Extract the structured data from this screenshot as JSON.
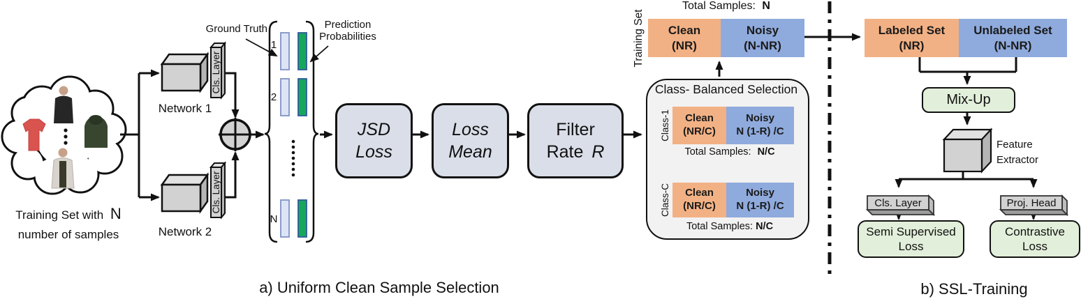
{
  "colors": {
    "orange": "#F2B184",
    "blue": "#8FAADC",
    "green_bar": "#17A75B",
    "green_bar_border": "#2F5B9B",
    "light_bar": "#DDE4F6",
    "light_bar_border": "#8193C5",
    "process_fill": "#D9DEE8",
    "panel_fill": "#F2F2F2",
    "soft_green": "#E2EFDA",
    "gray_fill": "#D2D2D2",
    "gray_light": "#E2E2E2",
    "gray_dark": "#B5B5B5"
  },
  "section_a": {
    "caption": "a) Uniform Clean Sample Selection",
    "training_cloud": {
      "label_text": "Training Set with",
      "label_var": "N",
      "label_line2": "number of samples"
    },
    "ground_truth_label": "Ground Truth",
    "prediction_label": [
      "Prediction",
      "Probabilities"
    ],
    "network1_label": "Network 1",
    "network2_label": "Network 2",
    "cls_layer_label": "Cls. Layer",
    "sample_indices": [
      "1",
      "2",
      "N"
    ],
    "jsd_box": [
      "JSD",
      "Loss"
    ],
    "loss_mean_box": [
      "Loss",
      "Mean"
    ],
    "filter_box": {
      "line1": "Filter",
      "line2_text": "Rate",
      "line2_var": "R"
    },
    "training_set_bar": {
      "total_label": "Total Samples:",
      "total_value": "N",
      "side_label": "Training Set",
      "clean": [
        "Clean",
        "(NR)"
      ],
      "noisy": [
        "Noisy",
        "(N-NR)"
      ]
    },
    "class_balanced": {
      "title": "Class- Balanced Selection",
      "rows": [
        {
          "side_label": "Class-1",
          "clean": [
            "Clean",
            "(NR/C)"
          ],
          "noisy": [
            "Noisy",
            "N (1-R) /C"
          ],
          "total_label": "Total Samples:",
          "total_value": "N/C"
        },
        {
          "side_label": "Class-C",
          "clean": [
            "Clean",
            "(NR/C)"
          ],
          "noisy": [
            "Noisy",
            "N (1-R) /C"
          ],
          "total_label": "Total Samples:",
          "total_value": "N/C"
        }
      ]
    }
  },
  "section_b": {
    "caption": "b) SSL-Training",
    "labeled_set": [
      "Labeled Set",
      "(NR)"
    ],
    "unlabeled_set": [
      "Unlabeled Set",
      "(N-NR)"
    ],
    "mixup_label": "Mix-Up",
    "feature_extractor_label": [
      "Feature",
      "Extractor"
    ],
    "cls_layer_label": "Cls. Layer",
    "proj_head_label": "Proj. Head",
    "semi_supervised_loss": [
      "Semi Supervised",
      "Loss"
    ],
    "contrastive_loss": [
      "Contrastive",
      "Loss"
    ]
  }
}
